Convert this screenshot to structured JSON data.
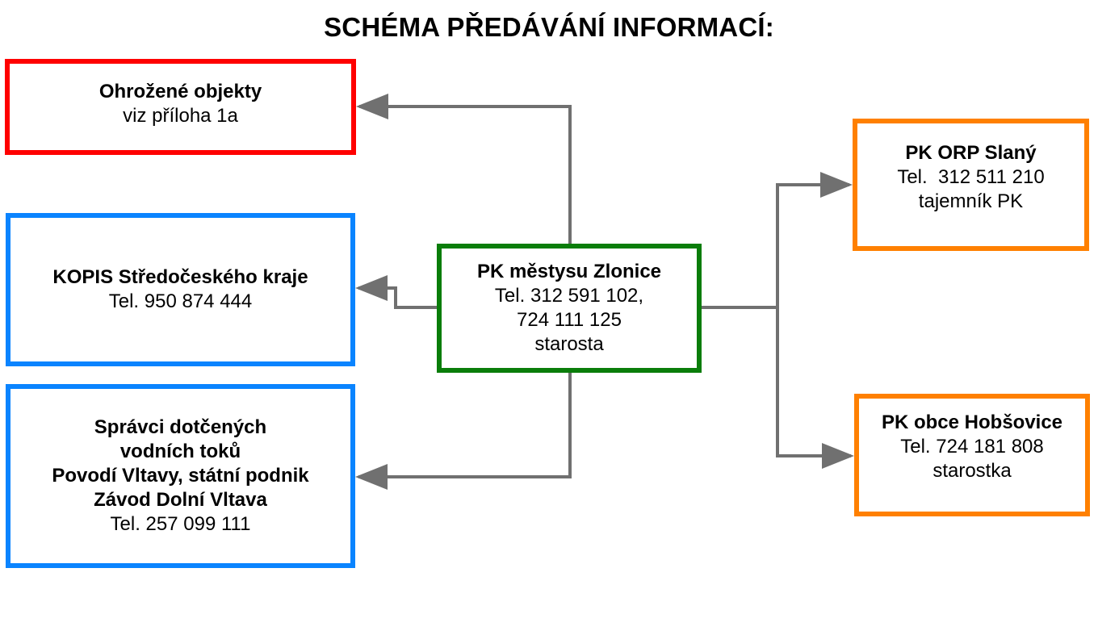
{
  "title": "SCHÉMA PŘEDÁVÁNÍ INFORMACÍ:",
  "colors": {
    "threatened_border": "#ff0000",
    "authority_border": "#0a84ff",
    "center_border": "#0a7d0a",
    "partner_border": "#ff8000",
    "connector": "#707070"
  },
  "nodes": {
    "ohrozene": {
      "name": "Ohrožené objekty",
      "detail": "viz příloha 1a"
    },
    "kopis": {
      "name": "KOPIS Středočeského kraje",
      "phone": "Tel. 950 874 444"
    },
    "spravci": {
      "line1": "Správci dotčených",
      "line2": "vodních toků",
      "line3": "Povodí Vltavy, státní podnik",
      "line4": "Závod Dolní Vltava",
      "phone": "Tel. 257 099 111"
    },
    "center": {
      "name": "PK městysu Zlonice",
      "phone1": "Tel. 312 591 102,",
      "phone2": "724 111 125",
      "role": "starosta"
    },
    "orp": {
      "name": "PK ORP Slaný",
      "phone": "Tel.  312 511 210",
      "role": "tajemník PK"
    },
    "hobsovice": {
      "name": "PK obce Hobšovice",
      "phone": "Tel. 724 181 808",
      "role": "starostka"
    }
  }
}
